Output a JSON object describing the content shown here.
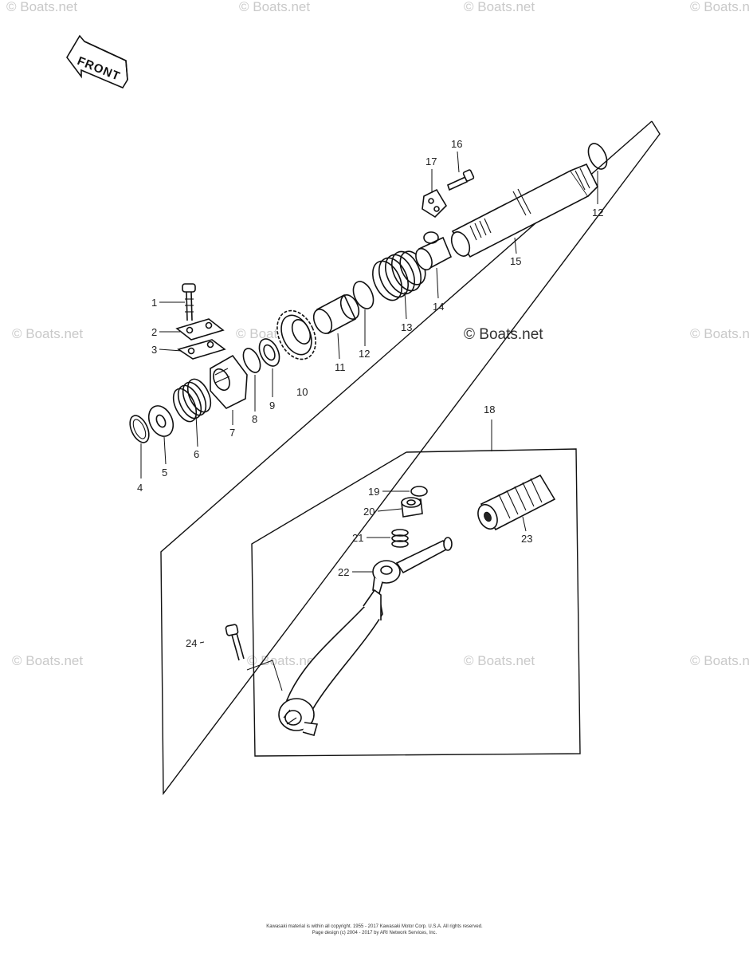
{
  "direction_badge": {
    "label": "FRONT"
  },
  "watermarks": {
    "main": "© Boats.net",
    "tile": "© Boats.net"
  },
  "callouts": [
    {
      "id": "1",
      "label": "1"
    },
    {
      "id": "2",
      "label": "2"
    },
    {
      "id": "3",
      "label": "3"
    },
    {
      "id": "4",
      "label": "4"
    },
    {
      "id": "5",
      "label": "5"
    },
    {
      "id": "6",
      "label": "6"
    },
    {
      "id": "7",
      "label": "7"
    },
    {
      "id": "8",
      "label": "8"
    },
    {
      "id": "9",
      "label": "9"
    },
    {
      "id": "10",
      "label": "10"
    },
    {
      "id": "11",
      "label": "11"
    },
    {
      "id": "12a",
      "label": "12"
    },
    {
      "id": "13",
      "label": "13"
    },
    {
      "id": "14",
      "label": "14"
    },
    {
      "id": "15",
      "label": "15"
    },
    {
      "id": "16",
      "label": "16"
    },
    {
      "id": "17",
      "label": "17"
    },
    {
      "id": "12b",
      "label": "12"
    },
    {
      "id": "18",
      "label": "18"
    },
    {
      "id": "19",
      "label": "19"
    },
    {
      "id": "20",
      "label": "20"
    },
    {
      "id": "21",
      "label": "21"
    },
    {
      "id": "22",
      "label": "22"
    },
    {
      "id": "23",
      "label": "23"
    },
    {
      "id": "24",
      "label": "24"
    }
  ],
  "footer": {
    "line1": "Kawasaki material is within all copyright. 1955 - 2017 Kawasaki Motor Corp. U.S.A. All rights reserved.",
    "line2": "Page design (c) 2004 - 2017 by ARI Network Services, Inc."
  }
}
